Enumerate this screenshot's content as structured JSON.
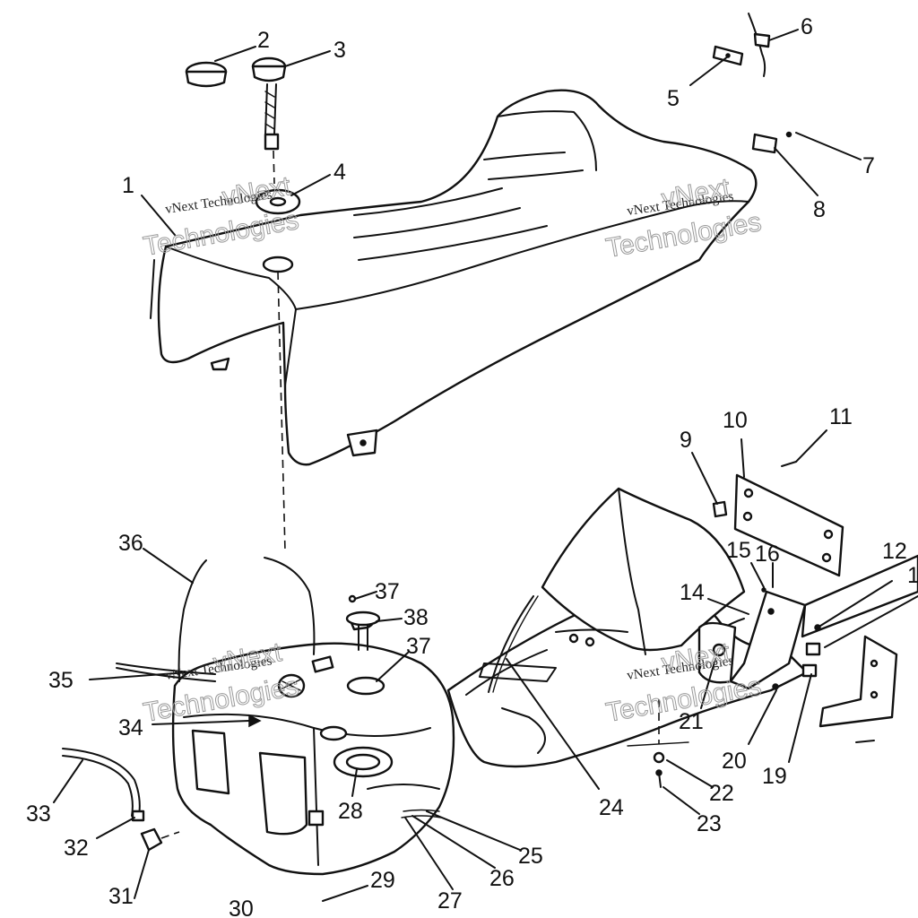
{
  "watermark": {
    "line1": "vNext Technologies",
    "line2": "Technologies",
    "line3": "vNext"
  },
  "callouts": [
    {
      "id": "c1",
      "label": "1"
    },
    {
      "id": "c2",
      "label": "2"
    },
    {
      "id": "c3",
      "label": "3"
    },
    {
      "id": "c4",
      "label": "4"
    },
    {
      "id": "c5",
      "label": "5"
    },
    {
      "id": "c6",
      "label": "6"
    },
    {
      "id": "c7",
      "label": "7"
    },
    {
      "id": "c8",
      "label": "8"
    },
    {
      "id": "c9",
      "label": "9"
    },
    {
      "id": "c10",
      "label": "10"
    },
    {
      "id": "c11",
      "label": "11"
    },
    {
      "id": "c12",
      "label": "12"
    },
    {
      "id": "c13",
      "label": "1"
    },
    {
      "id": "c14",
      "label": "14"
    },
    {
      "id": "c15",
      "label": "15"
    },
    {
      "id": "c16",
      "label": "16"
    },
    {
      "id": "c19",
      "label": "19"
    },
    {
      "id": "c20",
      "label": "20"
    },
    {
      "id": "c21",
      "label": "21"
    },
    {
      "id": "c22",
      "label": "22"
    },
    {
      "id": "c23",
      "label": "23"
    },
    {
      "id": "c24",
      "label": "24"
    },
    {
      "id": "c25",
      "label": "25"
    },
    {
      "id": "c26",
      "label": "26"
    },
    {
      "id": "c27",
      "label": "27"
    },
    {
      "id": "c28",
      "label": "28"
    },
    {
      "id": "c29",
      "label": "29"
    },
    {
      "id": "c30",
      "label": "30"
    },
    {
      "id": "c31",
      "label": "31"
    },
    {
      "id": "c32",
      "label": "32"
    },
    {
      "id": "c33",
      "label": "33"
    },
    {
      "id": "c34",
      "label": "34"
    },
    {
      "id": "c35",
      "label": "35"
    },
    {
      "id": "c36",
      "label": "36"
    },
    {
      "id": "c37a",
      "label": "37"
    },
    {
      "id": "c37b",
      "label": "37"
    },
    {
      "id": "c38",
      "label": "38"
    }
  ]
}
